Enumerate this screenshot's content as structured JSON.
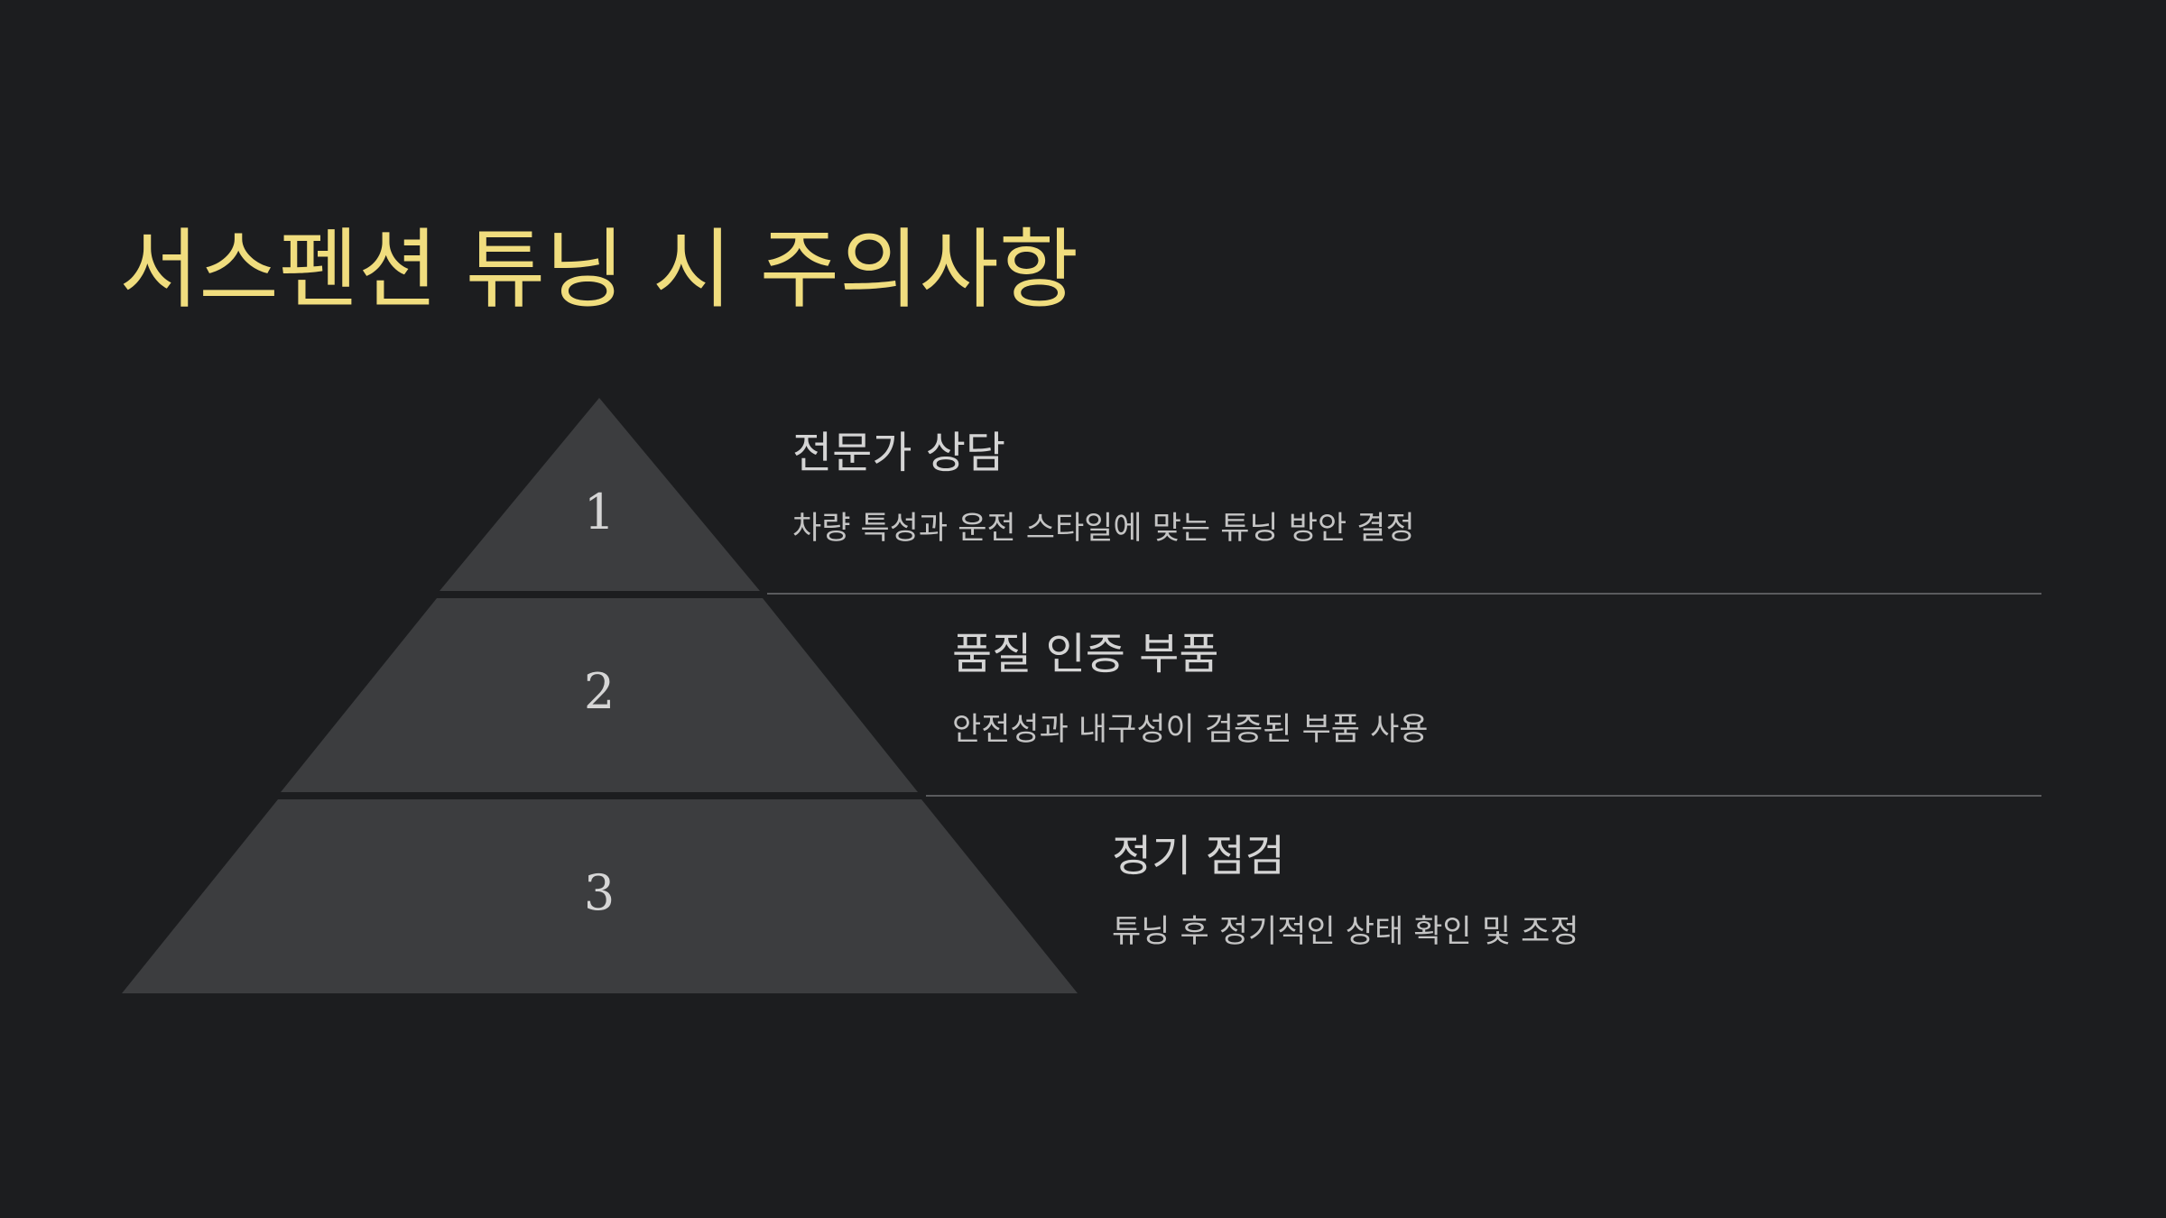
{
  "slide": {
    "title": "서스펜션 튜닝 시 주의사항"
  },
  "colors": {
    "background": "#1c1d1f",
    "title": "#f0dd7e",
    "tier_fill": "#3c3d3f",
    "divider": "#5a5b5e"
  },
  "tiers": [
    {
      "number": "1",
      "heading": "전문가 상담",
      "description": "차량 특성과 운전 스타일에 맞는 튜닝 방안 결정"
    },
    {
      "number": "2",
      "heading": "품질 인증 부품",
      "description": "안전성과 내구성이 검증된 부품 사용"
    },
    {
      "number": "3",
      "heading": "정기 점검",
      "description": "튜닝 후 정기적인 상태 확인 및 조정"
    }
  ]
}
